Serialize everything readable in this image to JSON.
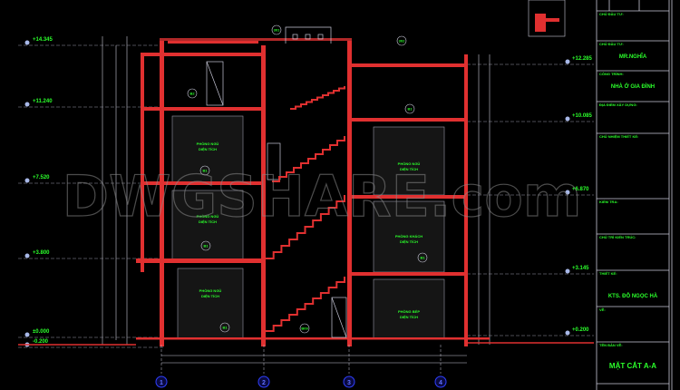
{
  "watermark": "DWGSHARE.com",
  "colors": {
    "background": "#000000",
    "wall": "#e03030",
    "text": "#2bff2b",
    "line": "#c8c8d8",
    "grid_bubble": "#3040ff",
    "watermark": "#8a8a8a"
  },
  "levels_left": [
    "+14.345",
    "+11.240",
    "+7.520",
    "+3.800",
    "±0.000",
    "-0.200"
  ],
  "levels_right": [
    "+12.285",
    "+10.085",
    "+6.870",
    "+3.145",
    "+0.200"
  ],
  "grid_axes": [
    "1",
    "2",
    "3",
    "4"
  ],
  "room_labels": [
    [
      "PHÒNG NGỦ",
      "DIỆN TÍCH"
    ],
    [
      "PHÒNG NGỦ",
      "DIỆN TÍCH"
    ],
    [
      "PHÒNG NGỦ",
      "DIỆN TÍCH"
    ],
    [
      "PHÒNG NGỦ",
      "DIỆN TÍCH"
    ],
    [
      "PHÒNG KHÁCH",
      "DIỆN TÍCH"
    ],
    [
      "PHÒNG BẾP",
      "DIỆN TÍCH"
    ]
  ],
  "tags": [
    "301",
    "302",
    "B2",
    "B1",
    "B1",
    "B1",
    "B1",
    "B1",
    "B09"
  ],
  "title_block": {
    "rows": [
      {
        "label": "CHỦ ĐẦU TƯ:",
        "value": ""
      },
      {
        "label": "CHỦ ĐẦU TƯ:",
        "value": "MR.NGHĨA"
      },
      {
        "label": "CÔNG TRÌNH:",
        "value": "NHÀ Ở GIA ĐÌNH"
      },
      {
        "label": "ĐỊA ĐIỂM XÂY DỰNG:",
        "value": ""
      },
      {
        "label": "CHỦ NHIỆM THIẾT KẾ:",
        "value": ""
      },
      {
        "label": "KIỂM TRA:",
        "value": ""
      },
      {
        "label": "CHỦ TRÌ KIẾN TRÚC:",
        "value": ""
      },
      {
        "label": "THIẾT KẾ:",
        "value": "KTS.  ĐỖ NGỌC HÀ"
      },
      {
        "label": "VẼ:",
        "value": ""
      },
      {
        "label": "TÊN BẢN VẼ:",
        "value": "MẶT CẮT A-A"
      }
    ]
  }
}
